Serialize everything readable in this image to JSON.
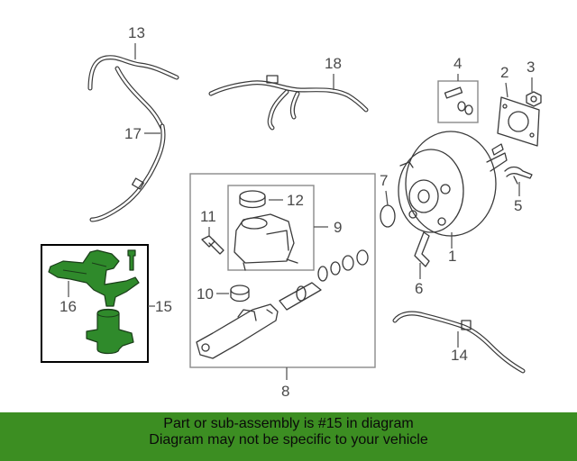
{
  "callouts": {
    "c1": "1",
    "c2": "2",
    "c3": "3",
    "c4": "4",
    "c5": "5",
    "c6": "6",
    "c7": "7",
    "c8": "8",
    "c9": "9",
    "c10": "10",
    "c11": "11",
    "c12": "12",
    "c13": "13",
    "c14": "14",
    "c15": "15",
    "c16": "16",
    "c17": "17",
    "c18": "18"
  },
  "banner": {
    "line1": "Part or sub-assembly is #15 in diagram",
    "line2": "Diagram may not be specific to your vehicle"
  },
  "colors": {
    "highlight": "#2f8a2b",
    "banner": "#3c8e22"
  }
}
